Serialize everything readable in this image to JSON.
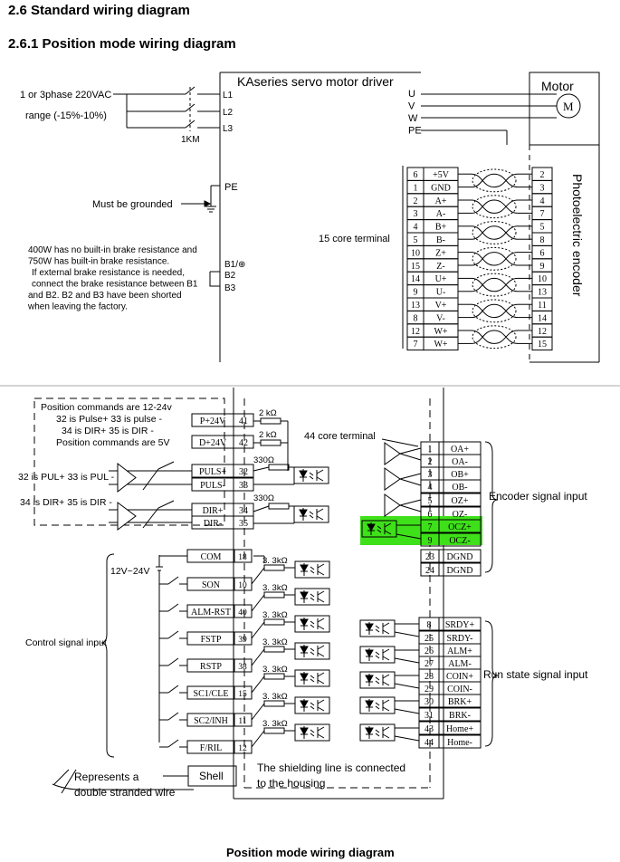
{
  "headings": {
    "section": "2.6 Standard wiring diagram",
    "subsection": "2.6.1 Position mode wiring diagram",
    "caption": "Position mode wiring diagram"
  },
  "driver": {
    "title": "KAseries servo motor driver",
    "uvw": [
      "U",
      "V",
      "W",
      "PE"
    ],
    "power_in": "1 or 3phase 220VAC",
    "range": "range (-15%-10%)",
    "breaker": "1KM",
    "phases": [
      "L1",
      "L2",
      "L3"
    ],
    "pe": "PE",
    "ground_note": "Must be grounded",
    "brake_note": [
      "400W has no built-in brake resistance and",
      "750W has built-in brake resistance.",
      "If external brake resistance is needed,",
      "connect the brake resistance between B1",
      "and B2. B2 and B3 have been shorted",
      "when leaving the factory."
    ],
    "brake_terms": [
      "B1/⊕",
      "B2",
      "B3"
    ]
  },
  "motor": {
    "title": "Motor",
    "symbol": "M"
  },
  "encoder": {
    "terminal_label": "15 core terminal",
    "side_label": "Photoelectric encoder",
    "rows": [
      {
        "pin": "6",
        "sig": "+5V",
        "mpin": "2"
      },
      {
        "pin": "1",
        "sig": "GND",
        "mpin": "3"
      },
      {
        "pin": "2",
        "sig": "A+",
        "mpin": "4"
      },
      {
        "pin": "3",
        "sig": "A-",
        "mpin": "7"
      },
      {
        "pin": "4",
        "sig": "B+",
        "mpin": "5"
      },
      {
        "pin": "5",
        "sig": "B-",
        "mpin": "8"
      },
      {
        "pin": "10",
        "sig": "Z+",
        "mpin": "6"
      },
      {
        "pin": "15",
        "sig": "Z-",
        "mpin": "9"
      },
      {
        "pin": "14",
        "sig": "U+",
        "mpin": "10"
      },
      {
        "pin": "9",
        "sig": "U-",
        "mpin": "13"
      },
      {
        "pin": "13",
        "sig": "V+",
        "mpin": "11"
      },
      {
        "pin": "8",
        "sig": "V-",
        "mpin": "14"
      },
      {
        "pin": "12",
        "sig": "W+",
        "mpin": "12"
      },
      {
        "pin": "7",
        "sig": "W+",
        "mpin": "15"
      }
    ]
  },
  "position": {
    "notes": [
      "Position commands are 12-24v",
      "32 is Pulse+ 33 is pulse -",
      "34 is DIR+ 35 is DIR -",
      "Position commands are 5V"
    ],
    "pul_note": "32 is PUL+ 33 is PUL -",
    "dir_note": "34 is DIR+ 35 is DIR -",
    "res2k": "2 kΩ",
    "res330": "330Ω",
    "terminal_44": "44 core terminal",
    "inputs": [
      {
        "name": "P+24V",
        "pin": "41"
      },
      {
        "name": "D+24V",
        "pin": "42"
      },
      {
        "name": "PULS+",
        "pin": "32"
      },
      {
        "name": "PULS-",
        "pin": "33"
      },
      {
        "name": "DIR+",
        "pin": "34"
      },
      {
        "name": "DIR-",
        "pin": "35"
      }
    ]
  },
  "control": {
    "supply": "12V~24V",
    "label": "Control signal input",
    "res": "3. 3kΩ",
    "inputs": [
      {
        "name": "COM",
        "pin": "18"
      },
      {
        "name": "SON",
        "pin": "10"
      },
      {
        "name": "ALM-RST",
        "pin": "40"
      },
      {
        "name": "FSTP",
        "pin": "39"
      },
      {
        "name": "RSTP",
        "pin": "38"
      },
      {
        "name": "SC1/CLE",
        "pin": "15"
      },
      {
        "name": "SC2/INH",
        "pin": "11"
      },
      {
        "name": "F/RIL",
        "pin": "12"
      }
    ],
    "shell": "Shell"
  },
  "enc_out": {
    "label": "Encoder signal input",
    "rows": [
      {
        "pin": "1",
        "sig": "OA+"
      },
      {
        "pin": "2",
        "sig": "OA-"
      },
      {
        "pin": "3",
        "sig": "OB+"
      },
      {
        "pin": "4",
        "sig": "OB-"
      },
      {
        "pin": "5",
        "sig": "OZ+"
      },
      {
        "pin": "6",
        "sig": "OZ-"
      },
      {
        "pin": "7",
        "sig": "OCZ+"
      },
      {
        "pin": "9",
        "sig": "OCZ-"
      },
      {
        "pin": "23",
        "sig": "DGND"
      },
      {
        "pin": "24",
        "sig": "DGND"
      }
    ],
    "highlight_color": "#3ee01a"
  },
  "run_state": {
    "label": "Run state signal input",
    "rows": [
      {
        "pin": "8",
        "sig": "SRDY+"
      },
      {
        "pin": "25",
        "sig": "SRDY-"
      },
      {
        "pin": "26",
        "sig": "ALM+"
      },
      {
        "pin": "27",
        "sig": "ALM-"
      },
      {
        "pin": "28",
        "sig": "COIN+"
      },
      {
        "pin": "29",
        "sig": "COIN-"
      },
      {
        "pin": "30",
        "sig": "BRK+"
      },
      {
        "pin": "31",
        "sig": "BRK-"
      },
      {
        "pin": "43",
        "sig": "Home+"
      },
      {
        "pin": "44",
        "sig": "Home-"
      }
    ]
  },
  "notes": {
    "shield1": "The shielding line is connected",
    "shield2": "to the housing",
    "twisted1": "Represents a",
    "twisted2": "double stranded wire"
  }
}
